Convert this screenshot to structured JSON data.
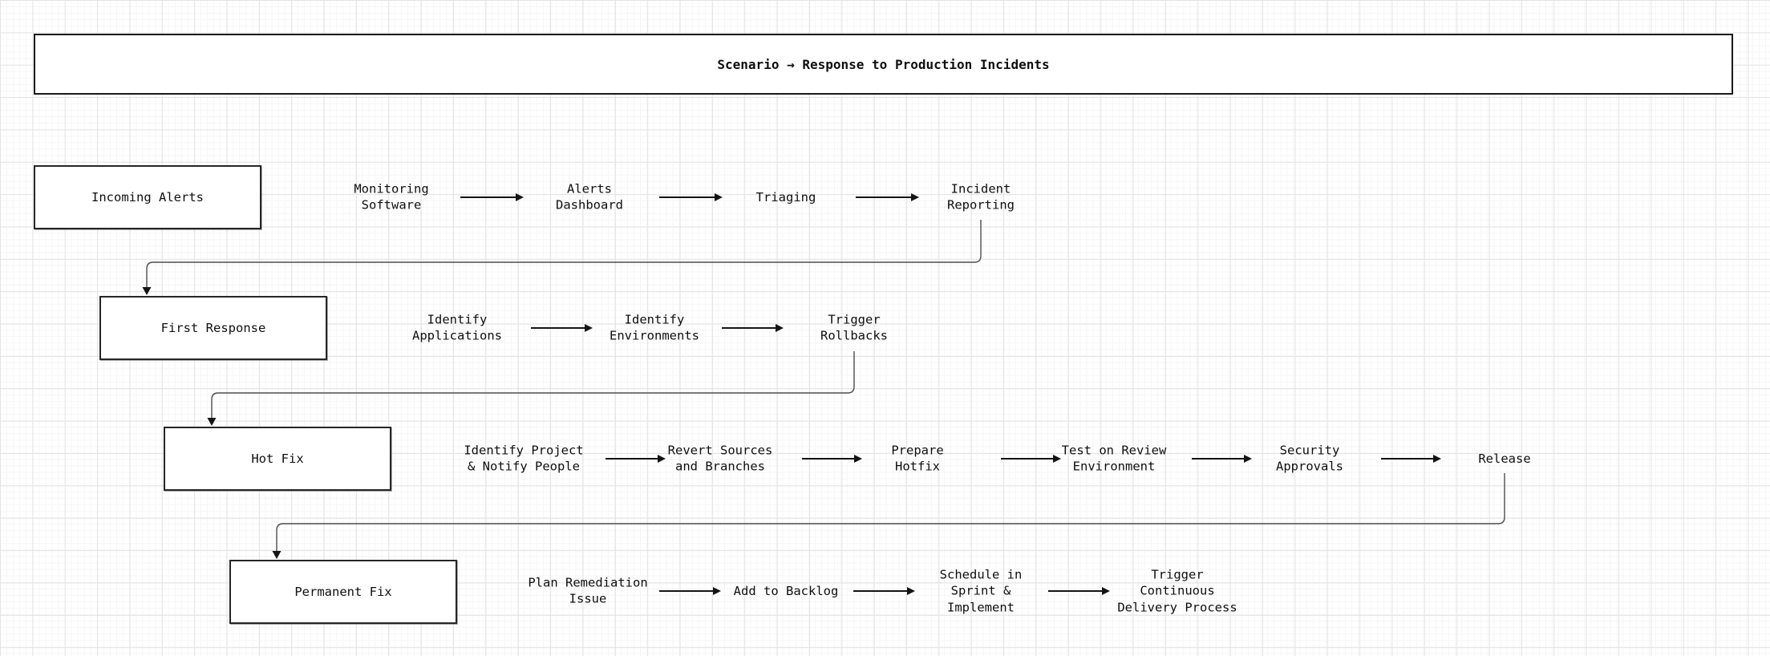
{
  "diagram": {
    "title": "Scenario → Response to Production Incidents",
    "lanes": [
      {
        "name": "Incoming Alerts",
        "steps": [
          "Monitoring\nSoftware",
          "Alerts\nDashboard",
          "Triaging",
          "Incident\nReporting"
        ]
      },
      {
        "name": "First Response",
        "steps": [
          "Identify\nApplications",
          "Identify\nEnvironments",
          "Trigger\nRollbacks"
        ]
      },
      {
        "name": "Hot Fix",
        "steps": [
          "Identify Project\n& Notify People",
          "Revert Sources\nand Branches",
          "Prepare\nHotfix",
          "Test on Review\nEnvironment",
          "Security\nApprovals",
          "Release"
        ]
      },
      {
        "name": "Permanent Fix",
        "steps": [
          "Plan Remediation\nIssue",
          "Add to Backlog",
          "Schedule in\nSprint &\nImplement",
          "Trigger\nContinuous\nDelivery Process"
        ]
      }
    ],
    "colors": {
      "node_border": "#262626",
      "arrow": "#141414",
      "connector": "#4d4d4d",
      "grid_minor": "#f5f5f5",
      "grid_major": "#e3e3e3",
      "background": "#ffffff"
    }
  }
}
